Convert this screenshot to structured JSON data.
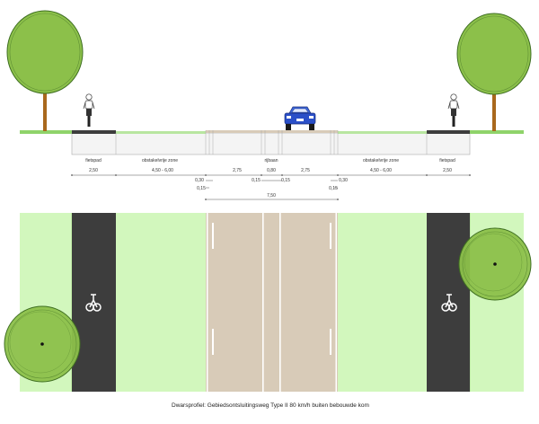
{
  "caption": "Dwarsprofiel: Gebiedsontsluitingsweg Type II 80 km/h buiten bebouwde kom",
  "labels": {
    "fietspad_left": "fietspad",
    "obstakelvrije_left": "obstakelvrije zone",
    "rijbaan": "rijbaan",
    "obstakelvrije_right": "obstakelvrije zone",
    "fietspad_right": "fietspad"
  },
  "widths_row1": {
    "fietspad_left": "2,50",
    "obstakel_left": "4,50 - 6,00",
    "lane_left": "2,75",
    "middle": "0,80",
    "lane_right": "2,75",
    "obstakel_right": "4,50 - 6,00",
    "fietspad_right": "2,50"
  },
  "widths_row2": {
    "edge_left": "0,30",
    "mid_left": "0,15",
    "mid_right": "0,15",
    "edge_right": "0,30"
  },
  "widths_row3": {
    "kant_left": "0,15",
    "kant_right": "0,15"
  },
  "total_width": "7,50",
  "colors": {
    "grass": "#d2f7bd",
    "verge_line": "#8fd36a",
    "bike_path": "#3d3d3d",
    "road": "#d8cbb8",
    "tree_crown": "#8cc04a",
    "trunk": "#a9681d",
    "car": "#2a4fc8"
  }
}
